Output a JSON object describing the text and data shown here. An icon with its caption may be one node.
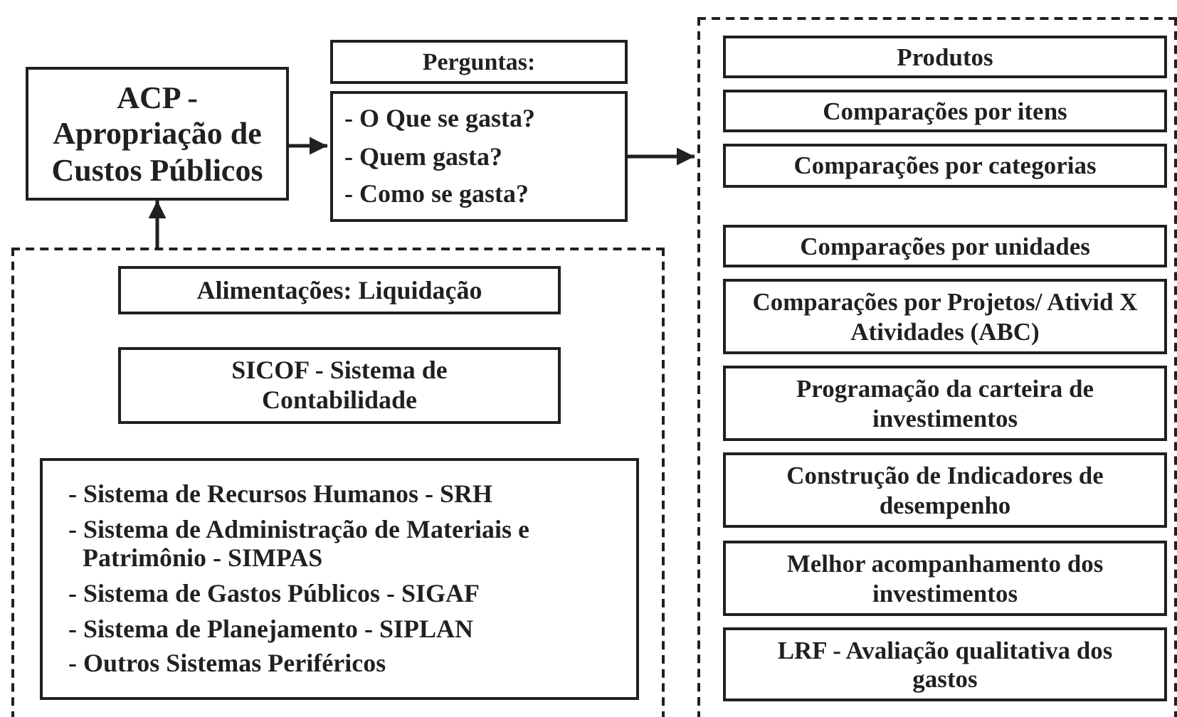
{
  "diagram": {
    "nodes": [
      {
        "text": [
          "ACP - Apropriação de Custos Públicos"
        ]
      },
      {
        "text": [
          "Perguntas:"
        ]
      },
      {
        "text": [
          "- O Que se gasta?",
          "- Quem gasta?",
          "- Como se gasta?"
        ]
      },
      {
        "text": [],
        "shape": "box"
      },
      {
        "text": [
          "Alimentações: Liquidação"
        ],
        "in": 3
      },
      {
        "text": [
          "SICOF - Sistema de Contabilidade"
        ],
        "in": 3
      },
      {
        "text": [
          "- Sistema de Recursos Humanos - SRH",
          "- Sistema de Administração de Materiais e Patrimônio - SIMPAS",
          "- Sistema de Gastos Públicos - SIGAF",
          "- Sistema de Planejamento - SIPLAN",
          "- Outros Sistemas Periféricos"
        ],
        "in": 3
      },
      {
        "text": [],
        "shape": "box"
      },
      {
        "text": [
          "Produtos"
        ],
        "in": 7
      },
      {
        "text": [
          "Comparações por itens"
        ],
        "in": 7
      },
      {
        "text": [
          "Comparações por categorias"
        ],
        "in": 7
      },
      {
        "text": [
          "Comparações por unidades"
        ],
        "in": 7
      },
      {
        "text": [
          "Comparações por Projetos/ Ativid X Atividades (ABC)"
        ],
        "in": 7
      },
      {
        "text": [
          "Programação da carteira de investimentos"
        ],
        "in": 7
      },
      {
        "text": [
          "Construção de Indicadores de desempenho"
        ],
        "in": 7
      },
      {
        "text": [
          "Melhor acompanhamento dos investimentos"
        ],
        "in": 7
      },
      {
        "text": [
          "LRF - Avaliação qualitativa dos gastos"
        ],
        "in": 7
      }
    ],
    "edges": [
      {
        "from": 0,
        "to": 2,
        "arrow": "to"
      },
      {
        "from": 2,
        "to": 7,
        "arrow": "to"
      },
      {
        "from": 3,
        "to": 0,
        "arrow": "to"
      }
    ]
  }
}
